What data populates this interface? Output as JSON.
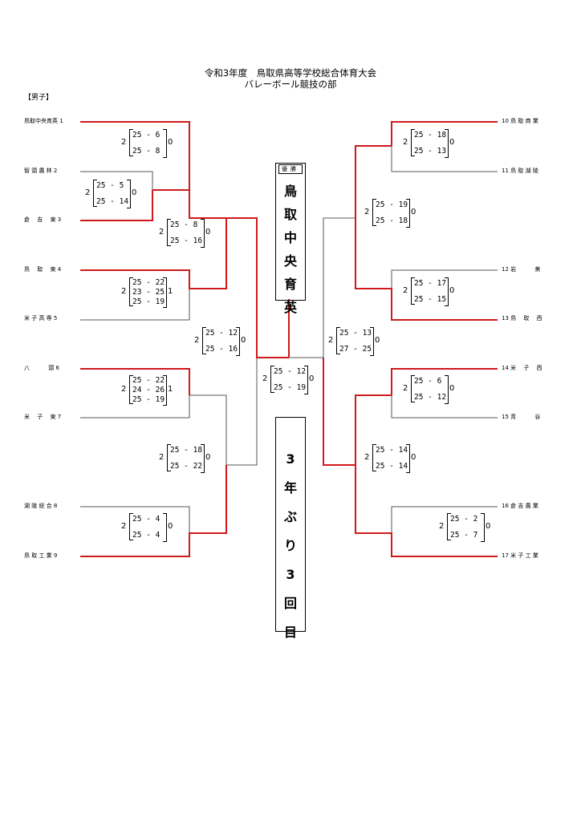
{
  "header": {
    "title_line1": "令和3年度　鳥取県高等学校総合体育大会",
    "title_line2": "バレーボール競技の部",
    "section": "【男子】"
  },
  "champion": {
    "header": "優勝",
    "name": [
      "鳥",
      "取",
      "中",
      "央",
      "育",
      "英"
    ]
  },
  "note": {
    "chars": [
      "3",
      "年",
      "ぶ",
      "り",
      "3",
      "回",
      "目"
    ]
  },
  "teams_left": [
    {
      "name": "鳥取中央育英",
      "seed": "1"
    },
    {
      "name": "智 頭 農 林",
      "seed": "2"
    },
    {
      "name": "倉　 吉　 東",
      "seed": "3"
    },
    {
      "name": "鳥　 取　 東",
      "seed": "4"
    },
    {
      "name": "米 子 高 専",
      "seed": "5"
    },
    {
      "name": "八　　　 頭",
      "seed": "6"
    },
    {
      "name": "米　 子　 東",
      "seed": "7"
    },
    {
      "name": "湖 陵 総 合",
      "seed": "8"
    },
    {
      "name": "鳥 取 工 業",
      "seed": "9"
    }
  ],
  "teams_right": [
    {
      "seed": "10",
      "name": "鳥 取 商 業"
    },
    {
      "seed": "11",
      "name": "鳥 取 湖 陵"
    },
    {
      "seed": "12",
      "name": "岩　　　 美"
    },
    {
      "seed": "13",
      "name": "鳥　 取　 西"
    },
    {
      "seed": "14",
      "name": "米　 子　 西"
    },
    {
      "seed": "15",
      "name": "青　　　 谷"
    },
    {
      "seed": "16",
      "name": "倉 吉 農 業"
    },
    {
      "seed": "17",
      "name": "米 子 工 業"
    }
  ],
  "scores": [
    {
      "id": "m1",
      "left": "2",
      "right": "0",
      "sets": [
        "25 - 6",
        "25 - 8"
      ]
    },
    {
      "id": "m2",
      "left": "2",
      "right": "0",
      "sets": [
        "25 - 5",
        "25 - 14"
      ]
    },
    {
      "id": "m3",
      "left": "2",
      "right": "0",
      "sets": [
        "25 - 8",
        "25 - 16"
      ]
    },
    {
      "id": "m4",
      "left": "2",
      "right": "1",
      "sets": [
        "25 - 22",
        "23 - 25",
        "25 - 19"
      ]
    },
    {
      "id": "m5",
      "left": "2",
      "right": "0",
      "sets": [
        "25 - 12",
        "25 - 16"
      ]
    },
    {
      "id": "m6",
      "left": "2",
      "right": "1",
      "sets": [
        "25 - 22",
        "24 - 26",
        "25 - 19"
      ]
    },
    {
      "id": "m7",
      "left": "2",
      "right": "0",
      "sets": [
        "25 - 18",
        "25 - 22"
      ]
    },
    {
      "id": "m8",
      "left": "2",
      "right": "0",
      "sets": [
        "25 - 4",
        "25 - 4"
      ]
    },
    {
      "id": "m9",
      "left": "2",
      "right": "0",
      "sets": [
        "25 - 12",
        "25 - 19"
      ]
    },
    {
      "id": "m10",
      "left": "2",
      "right": "0",
      "sets": [
        "25 - 18",
        "25 - 13"
      ]
    },
    {
      "id": "m11",
      "left": "2",
      "right": "0",
      "sets": [
        "25 - 19",
        "25 - 18"
      ]
    },
    {
      "id": "m12",
      "left": "2",
      "right": "0",
      "sets": [
        "25 - 17",
        "25 - 15"
      ]
    },
    {
      "id": "m13",
      "left": "2",
      "right": "0",
      "sets": [
        "25 - 13",
        "27 - 25"
      ]
    },
    {
      "id": "m14",
      "left": "2",
      "right": "0",
      "sets": [
        "25 - 6",
        "25 - 12"
      ]
    },
    {
      "id": "m15",
      "left": "2",
      "right": "0",
      "sets": [
        "25 - 14",
        "25 - 14"
      ]
    },
    {
      "id": "m16",
      "left": "2",
      "right": "0",
      "sets": [
        "25 - 2",
        "25 - 7"
      ]
    }
  ],
  "colors": {
    "winner_line": "#d0191b",
    "loser_line": "#555555"
  }
}
